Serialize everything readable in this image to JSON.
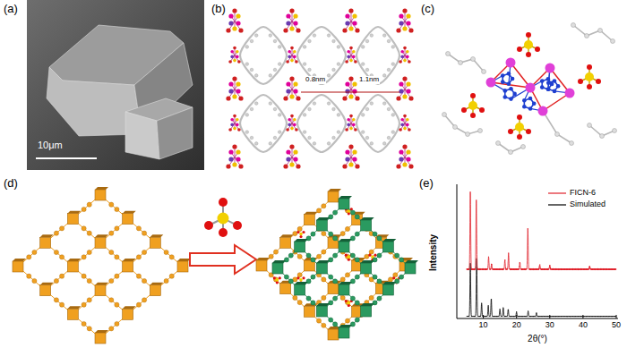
{
  "diagram": {
    "labels": [
      "(a)",
      "10μm",
      "(b)",
      "0.8nm",
      "1.1nm",
      "(c)",
      "(d)",
      "(e)",
      "Intensity",
      "10",
      "20",
      "30",
      "40",
      "50",
      "2θ(°)"
    ],
    "legend": [
      {
        "text": "FICN-6"
      },
      {
        "text": "Simulated"
      }
    ]
  }
}
